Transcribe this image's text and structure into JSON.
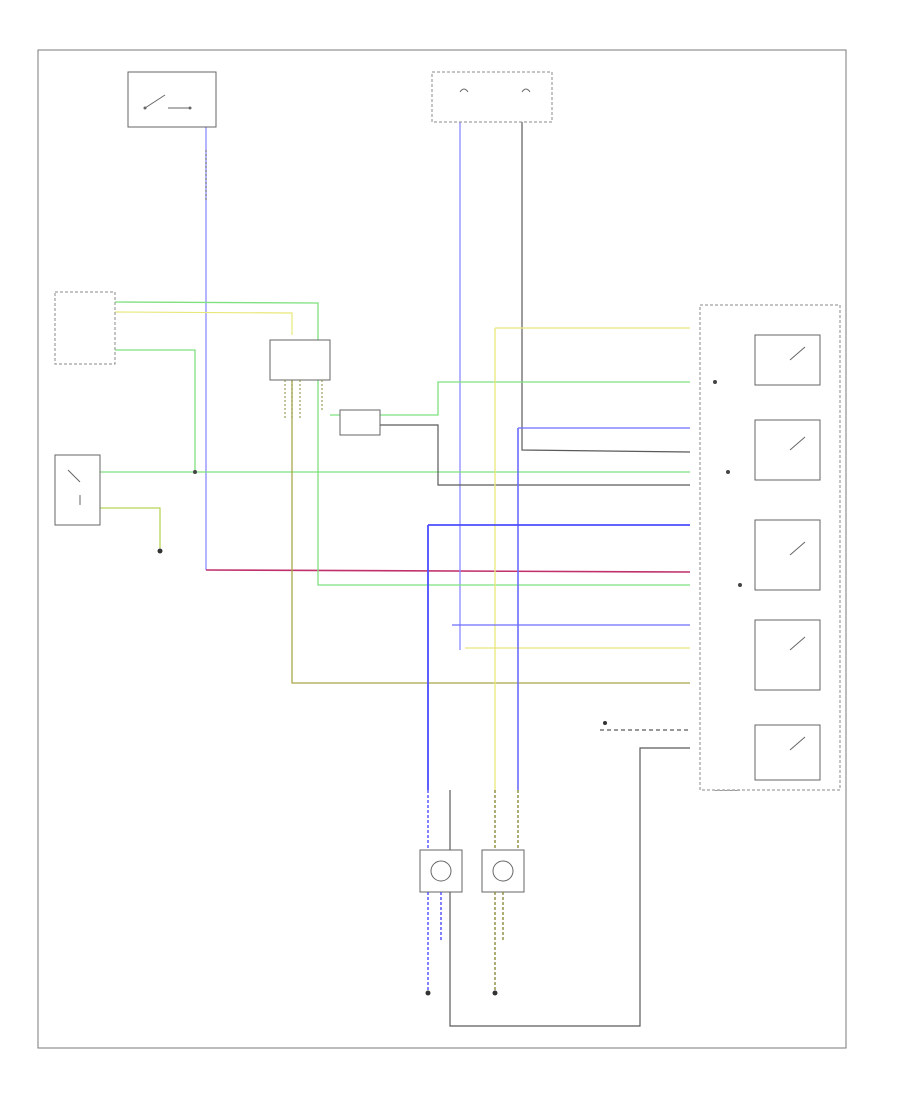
{
  "diagram": {
    "page_code": "",
    "colors": {
      "frame": "#7a7a7a",
      "blue": "#6d6dff",
      "green": "#7fe07f",
      "yellow": "#e8e87a",
      "olive": "#8a8a3a",
      "purple_red": "#c0306a",
      "black": "#5a5a5a"
    },
    "components": [
      {
        "id": "ignition",
        "label": "",
        "icon": "relay-switch-icon"
      },
      {
        "id": "hot-fuses",
        "label": "",
        "icon": "fuse-icon"
      },
      {
        "id": "ecm",
        "label": "",
        "icon": "module-box-icon"
      },
      {
        "id": "dual-pressure-switch",
        "label": "",
        "icon": "pressure-switch-icon"
      },
      {
        "id": "ac-relay",
        "label": "",
        "icon": "relay-icon"
      },
      {
        "id": "diode-unit",
        "label": "",
        "icon": "diode-icon"
      },
      {
        "id": "condenser-fan-relays",
        "label": "",
        "icon": "relay-stack-icon"
      },
      {
        "id": "radiator-fan-motor",
        "label": "",
        "icon": "motor-icon"
      },
      {
        "id": "condenser-fan-motor",
        "label": "",
        "icon": "motor-icon"
      }
    ],
    "wire_labels": [],
    "ground_labels": []
  }
}
